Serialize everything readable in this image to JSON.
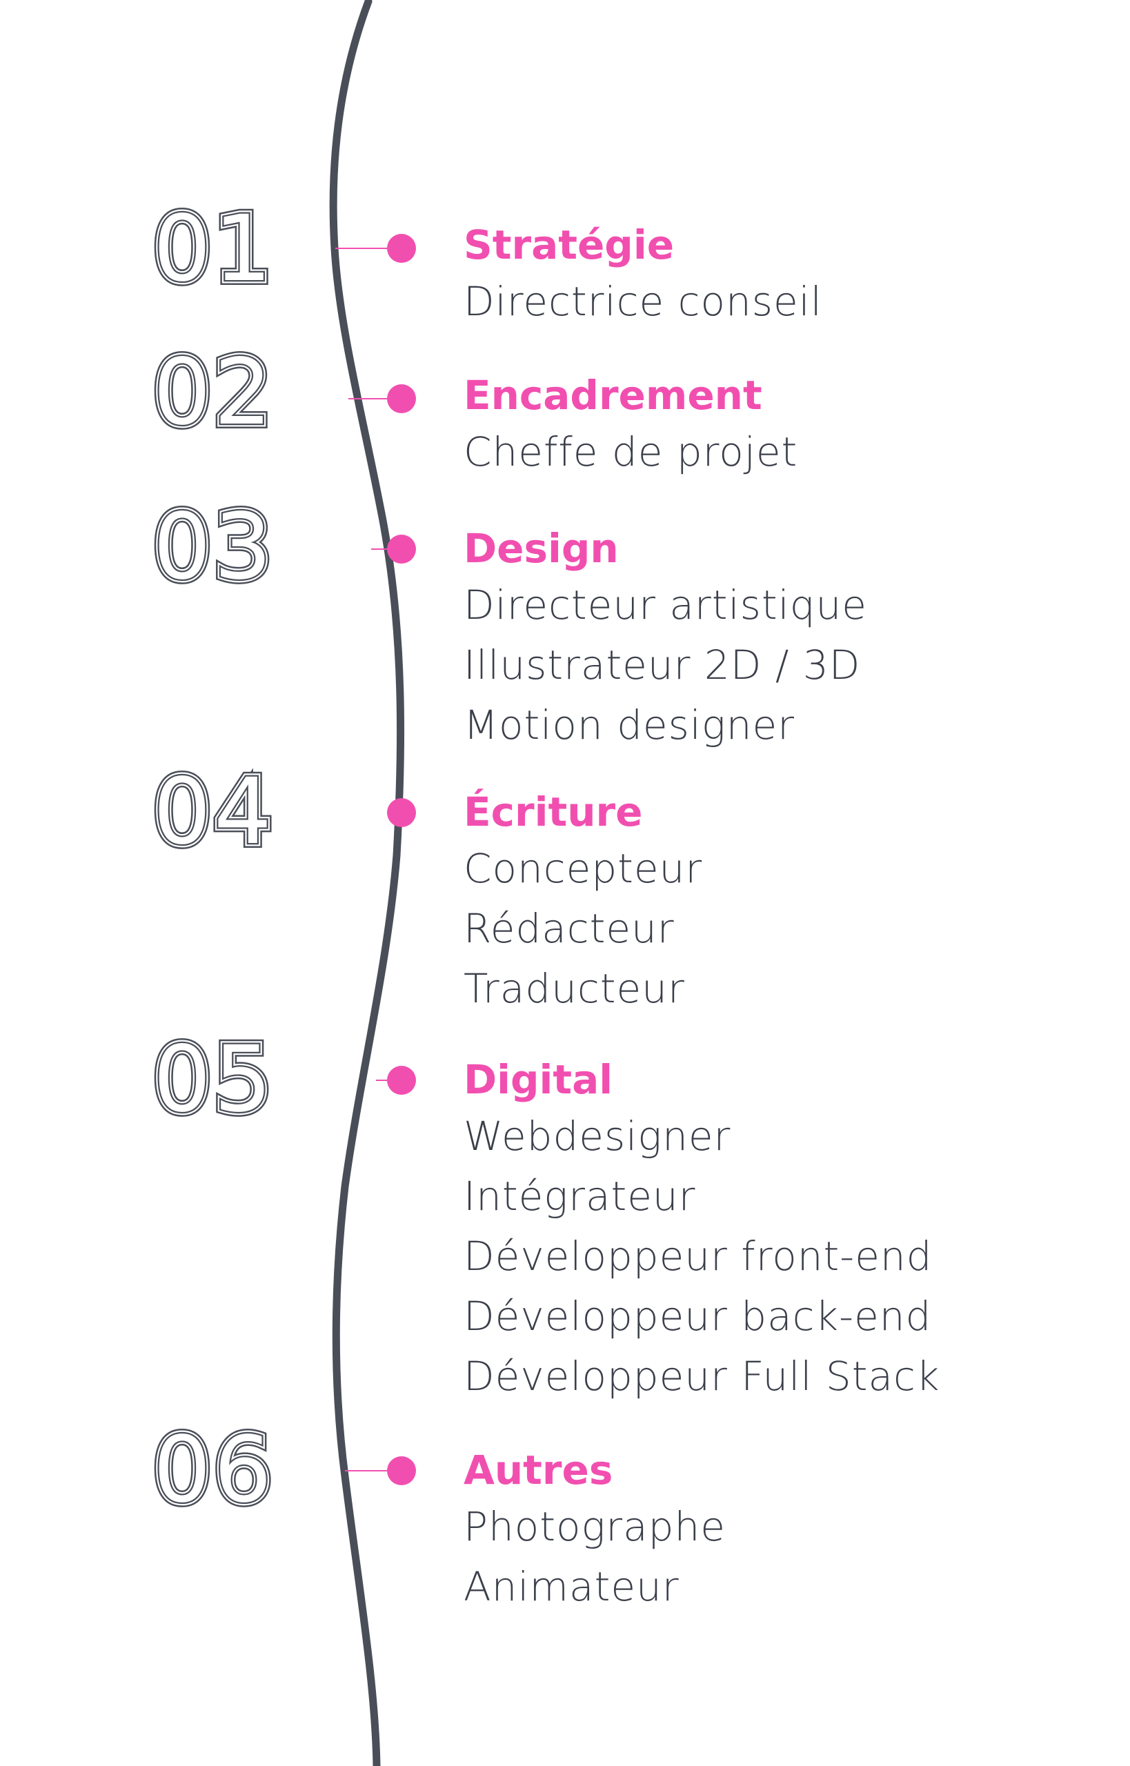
{
  "colors": {
    "accent": "#f14fb0",
    "line": "#4a4e58",
    "text": "#3b3f4a"
  },
  "steps": [
    {
      "number": "01",
      "title": "Stratégie",
      "roles": [
        "Directrice conseil"
      ]
    },
    {
      "number": "02",
      "title": "Encadrement",
      "roles": [
        "Cheffe de projet"
      ]
    },
    {
      "number": "03",
      "title": "Design",
      "roles": [
        "Directeur artistique",
        "Illustrateur 2D / 3D",
        "Motion designer"
      ]
    },
    {
      "number": "04",
      "title": "Écriture",
      "roles": [
        "Concepteur",
        "Rédacteur",
        "Traducteur"
      ]
    },
    {
      "number": "05",
      "title": "Digital",
      "roles": [
        "Webdesigner",
        "Intégrateur",
        "Développeur front-end",
        "Développeur back-end",
        "Développeur Full Stack"
      ]
    },
    {
      "number": "06",
      "title": "Autres",
      "roles": [
        "Photographe",
        "Animateur"
      ]
    }
  ]
}
